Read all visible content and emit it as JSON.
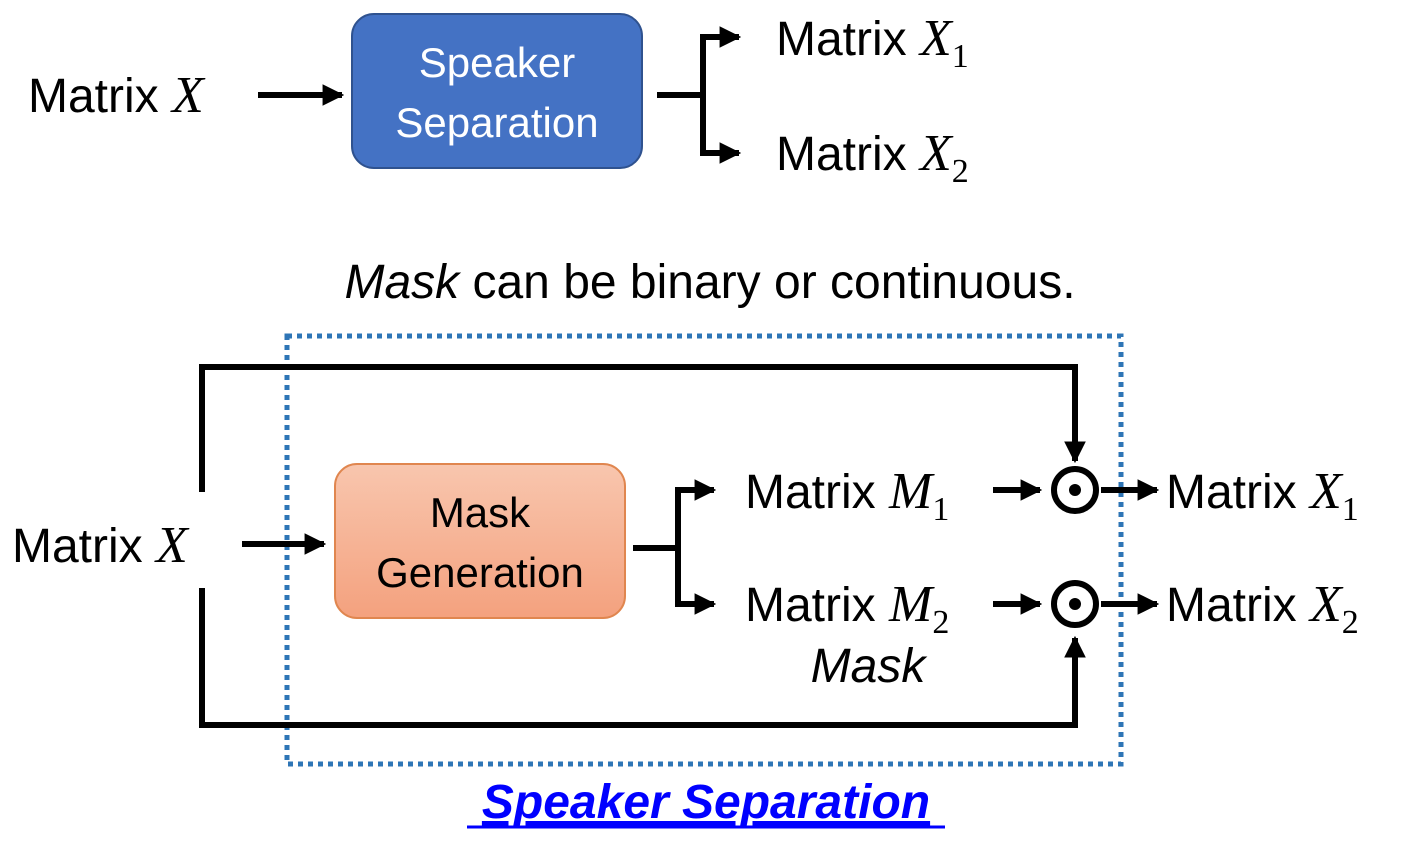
{
  "top": {
    "input": {
      "text": "Matrix ",
      "var": "X"
    },
    "block": {
      "line1": "Speaker",
      "line2": "Separation"
    },
    "out1": {
      "text": "Matrix ",
      "var": "X",
      "sub": "1"
    },
    "out2": {
      "text": "Matrix ",
      "var": "X",
      "sub": "2"
    }
  },
  "note": {
    "italic": "Mask",
    "rest": " can be binary or continuous."
  },
  "bottom": {
    "input": {
      "text": "Matrix ",
      "var": "X"
    },
    "block": {
      "line1": "Mask",
      "line2": "Generation"
    },
    "mask1": {
      "text": "Matrix ",
      "var": "M",
      "sub": "1"
    },
    "mask2": {
      "text": "Matrix ",
      "var": "M",
      "sub": "2"
    },
    "mask_caption": "Mask",
    "out1": {
      "text": "Matrix ",
      "var": "X",
      "sub": "1"
    },
    "out2": {
      "text": "Matrix ",
      "var": "X",
      "sub": "2"
    },
    "group_title": "Speaker Separation"
  },
  "colors": {
    "speaker_block_fill": "#4472C4",
    "speaker_block_stroke": "#2F528F",
    "mask_block_fill_top": "#F8C6AE",
    "mask_block_fill_bottom": "#F4A17E",
    "mask_block_stroke": "#E0864F",
    "dotted_border": "#2E75B6",
    "group_title": "#0000FF"
  },
  "icons": {
    "multiply": "hadamard-product-icon",
    "arrowhead": "arrowhead-icon"
  }
}
